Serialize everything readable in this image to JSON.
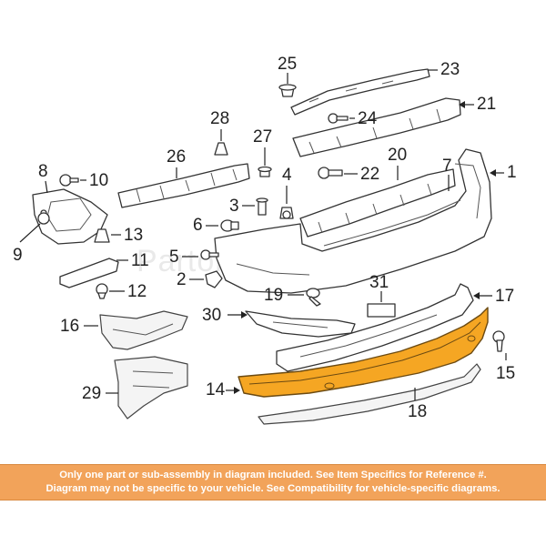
{
  "diagram": {
    "watermark": "Partomotive.com",
    "highlight_color": "#f5a623",
    "callouts": {
      "c1": "1",
      "c2": "2",
      "c3": "3",
      "c4": "4",
      "c5": "5",
      "c6": "6",
      "c7": "7",
      "c8": "8",
      "c9": "9",
      "c10": "10",
      "c11": "11",
      "c12": "12",
      "c13": "13",
      "c14": "14",
      "c15": "15",
      "c16": "16",
      "c17": "17",
      "c18": "18",
      "c19": "19",
      "c20": "20",
      "c21": "21",
      "c22": "22",
      "c23": "23",
      "c24": "24",
      "c25": "25",
      "c26": "26",
      "c27": "27",
      "c28": "28",
      "c29": "29",
      "c30": "30",
      "c31": "31"
    }
  },
  "notice": {
    "line1": "Only one part or sub-assembly in diagram included. See Item Specifics for Reference #.",
    "line2": "Diagram may not be specific to your vehicle. See Compatibility for vehicle-specific diagrams.",
    "background": "#f2a35a"
  }
}
